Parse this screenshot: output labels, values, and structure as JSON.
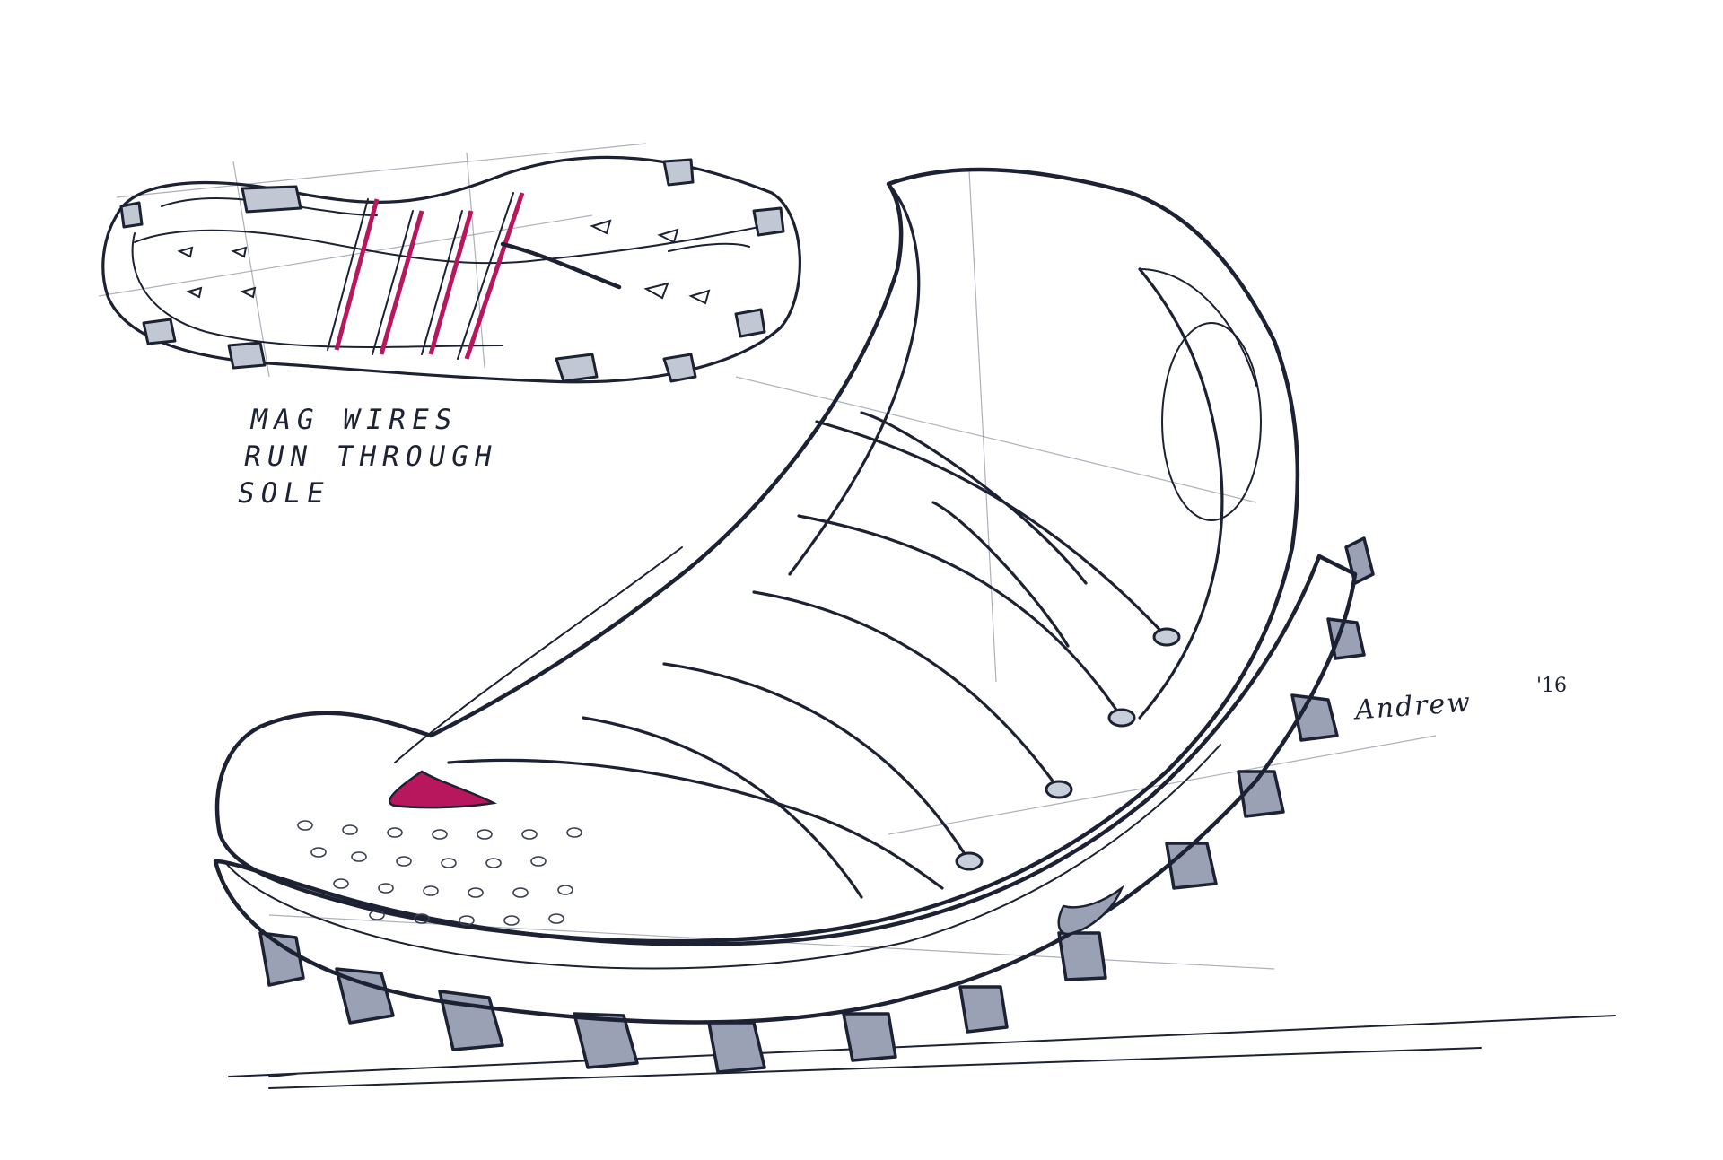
{
  "annotation": {
    "lines": [
      "Mag Wires",
      "Run Through",
      "Sole"
    ]
  },
  "signature": {
    "name": "Andrew",
    "year": "'16"
  },
  "colors": {
    "ink": "#1c2233",
    "marker_gray": "#b7bccb",
    "marker_light": "#dde1ea",
    "accent_magenta": "#b8175e",
    "paper": "#ffffff"
  },
  "icons": [
    "swoosh-logo",
    "swoosh-accent"
  ]
}
